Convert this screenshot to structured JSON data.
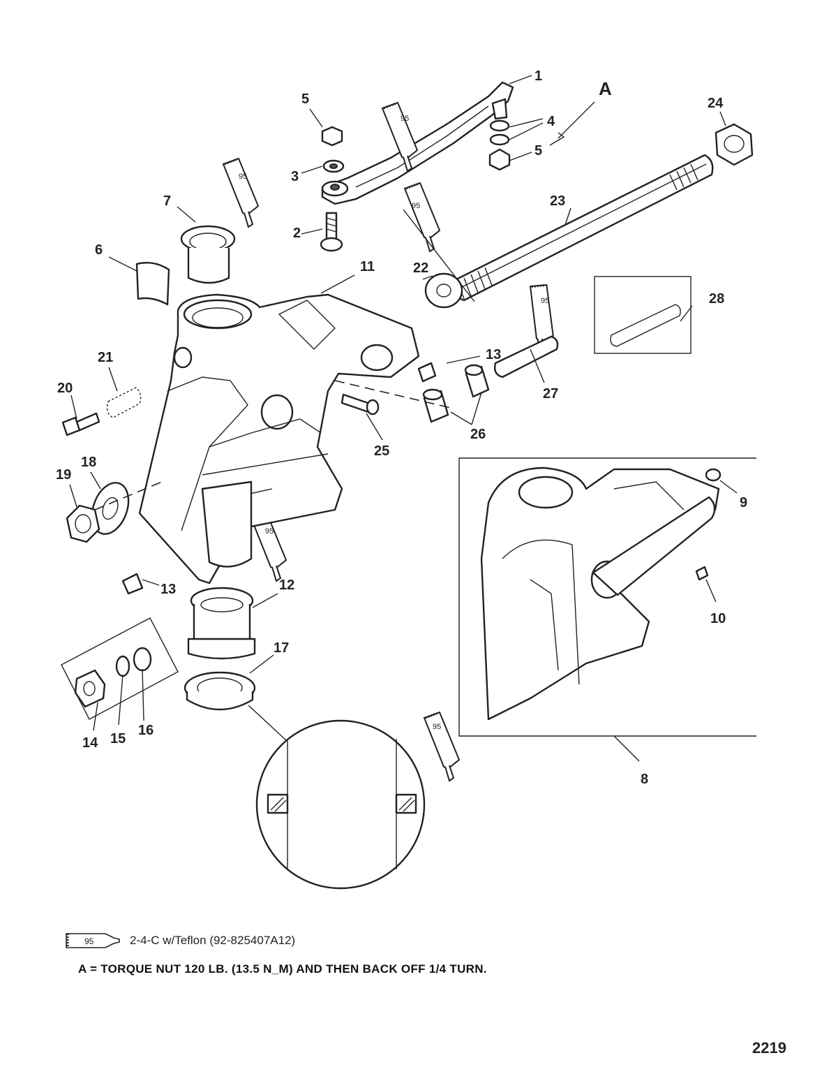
{
  "tube_label": "95",
  "callout_a": "A",
  "callouts": {
    "c1": "1",
    "c2": "2",
    "c3": "3",
    "c4": "4",
    "c5a": "5",
    "c5b": "5",
    "c6": "6",
    "c7": "7",
    "c8": "8",
    "c9": "9",
    "c10": "10",
    "c11": "11",
    "c12": "12",
    "c13a": "13",
    "c13b": "13",
    "c14": "14",
    "c15": "15",
    "c16": "16",
    "c17": "17",
    "c18": "18",
    "c19": "19",
    "c20": "20",
    "c21": "21",
    "c22": "22",
    "c23": "23",
    "c24": "24",
    "c25": "25",
    "c26": "26",
    "c27": "27",
    "c28": "28"
  },
  "legend": {
    "label": "2-4-C w/Teflon (92-825407A12)"
  },
  "note": "A = TORQUE NUT 120 LB. (13.5 N_M) AND THEN BACK OFF 1/4 TURN.",
  "figure_number": "2219"
}
